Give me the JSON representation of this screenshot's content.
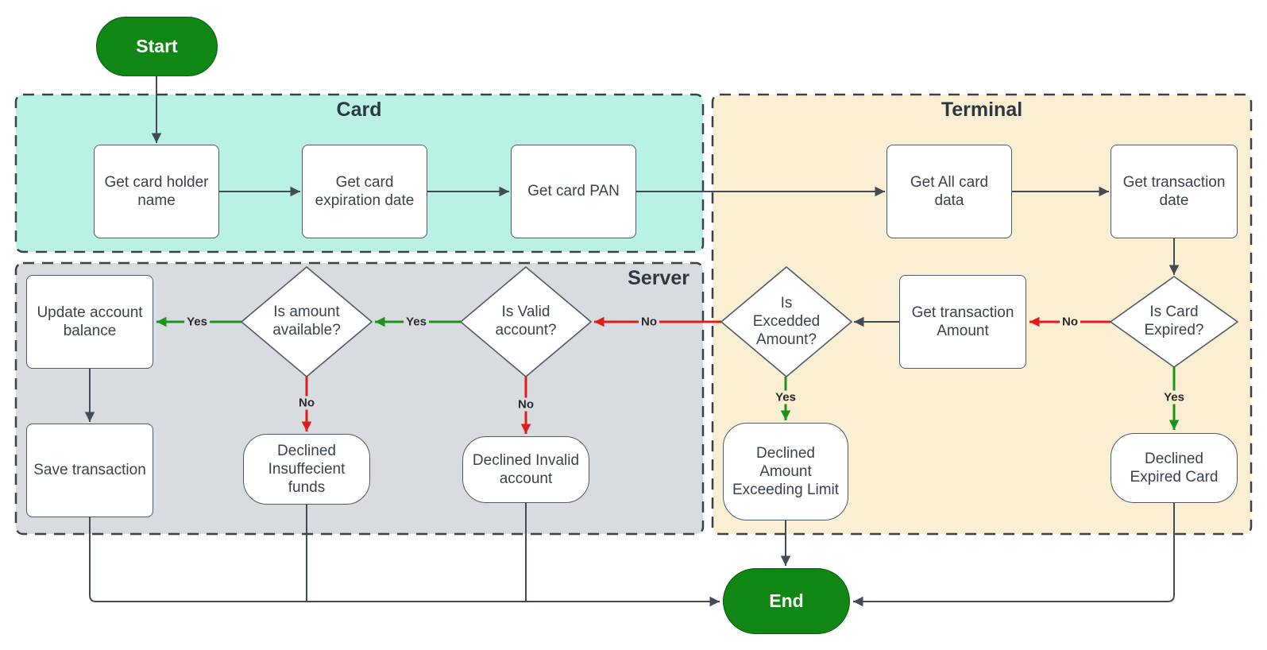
{
  "lanes": {
    "card": {
      "title": "Card"
    },
    "terminal": {
      "title": "Terminal"
    },
    "server": {
      "title": "Server"
    }
  },
  "nodes": {
    "start": "Start",
    "end": "End",
    "get_card_holder_name": "Get card holder name",
    "get_card_expiration_date": "Get card expiration date",
    "get_card_pan": "Get card PAN",
    "get_all_card_data": "Get All card data",
    "get_transaction_date": "Get transaction date",
    "is_card_expired": "Is Card Expired?",
    "get_transaction_amount": "Get transaction Amount",
    "is_excedded_amount": "Is Excedded Amount?",
    "is_valid_account": "Is Valid account?",
    "is_amount_available": "Is amount available?",
    "update_account_balance": "Update account balance",
    "save_transaction": "Save transaction",
    "declined_insuffecient_funds": "Declined Insuffecient funds",
    "declined_invalid_account": "Declined Invalid account",
    "declined_amount_exceeding_limit": "Declined Amount Exceeding Limit",
    "declined_expired_card": "Declined Expired Card"
  },
  "edge_labels": {
    "expired_no": "No",
    "expired_yes": "Yes",
    "excedded_no": "No",
    "excedded_yes": "Yes",
    "valid_yes": "Yes",
    "valid_no": "No",
    "available_yes": "Yes",
    "available_no": "No"
  },
  "colors": {
    "flow_red": "#e01c1c",
    "flow_green": "#1c941c",
    "edge_dark": "#434c56",
    "lane_card": "#b9f1e5",
    "lane_terminal": "#faeed3",
    "lane_server": "#d8dbe0",
    "lane_border": "#39424b",
    "lane_title": "#2f3842",
    "pill_green": "#108614",
    "node_border": "#4f5a64",
    "node_text": "#39434e",
    "label_text": "#2b2b2b"
  }
}
